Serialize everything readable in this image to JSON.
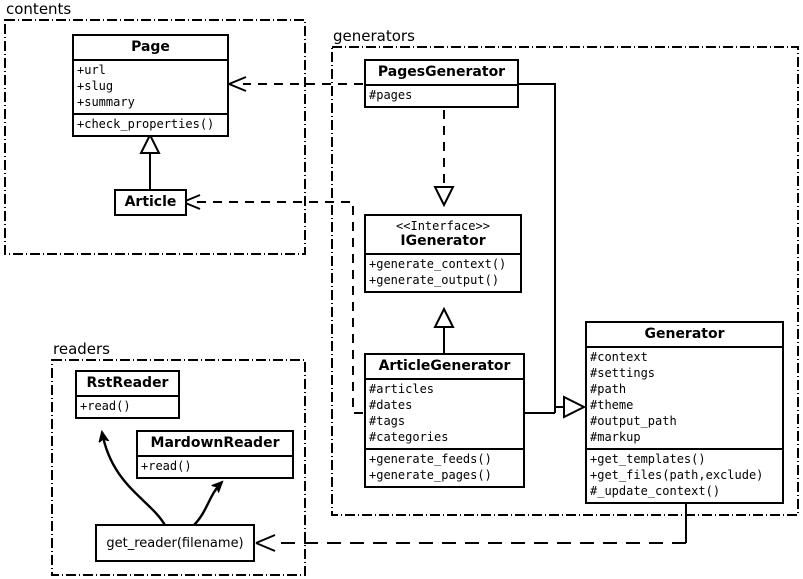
{
  "diagram": {
    "title": "UML class diagram",
    "stroke_color": "#000000",
    "fill_color": "#ffffff"
  },
  "packages": [
    {
      "name": "contents",
      "label": "contents"
    },
    {
      "name": "generators",
      "label": "generators"
    },
    {
      "name": "readers",
      "label": "readers"
    }
  ],
  "classes": {
    "page": {
      "name": "Page",
      "attributes": [
        "+url",
        "+slug",
        "+summary"
      ],
      "operations": [
        "+check_properties()"
      ]
    },
    "article": {
      "name": "Article"
    },
    "pages_generator": {
      "name": "PagesGenerator",
      "attributes": [
        "#pages"
      ]
    },
    "igenerator": {
      "stereotype": "<<Interface>>",
      "name": "IGenerator",
      "operations": [
        "+generate_context()",
        "+generate_output()"
      ]
    },
    "article_generator": {
      "name": "ArticleGenerator",
      "attributes": [
        "#articles",
        "#dates",
        "#tags",
        "#categories"
      ],
      "operations": [
        "+generate_feeds()",
        "+generate_pages()"
      ]
    },
    "generator": {
      "name": "Generator",
      "attributes": [
        "#context",
        "#settings",
        "#path",
        "#theme",
        "#output_path",
        "#markup"
      ],
      "operations": [
        "+get_templates()",
        "+get_files(path,exclude)",
        "#_update_context()"
      ]
    },
    "rst_reader": {
      "name": "RstReader",
      "operations": [
        "+read()"
      ]
    },
    "mardown_reader": {
      "name": "MardownReader",
      "operations": [
        "+read()"
      ]
    },
    "get_reader": {
      "name": "get_reader(filename)"
    }
  },
  "relations": [
    {
      "name": "article-inherits-page",
      "type": "generalization",
      "from": "Article",
      "to": "Page"
    },
    {
      "name": "pagesgenerator-uses-page",
      "type": "dependency",
      "from": "PagesGenerator",
      "to": "Page"
    },
    {
      "name": "articlegenerator-uses-article",
      "type": "dependency",
      "from": "ArticleGenerator",
      "to": "Article"
    },
    {
      "name": "pagesgenerator-realizes-igenerator",
      "type": "realization",
      "from": "PagesGenerator",
      "to": "IGenerator"
    },
    {
      "name": "articlegenerator-realizes-igenerator",
      "type": "generalization",
      "from": "ArticleGenerator",
      "to": "IGenerator"
    },
    {
      "name": "pagesgenerator-to-generator",
      "type": "generalization",
      "from": "PagesGenerator",
      "to": "Generator"
    },
    {
      "name": "articlegenerator-to-generator",
      "type": "generalization",
      "from": "ArticleGenerator",
      "to": "Generator"
    },
    {
      "name": "generator-uses-get_reader",
      "type": "dependency",
      "from": "Generator",
      "to": "get_reader(filename)"
    },
    {
      "name": "get_reader-returns-rstreader",
      "type": "association",
      "from": "get_reader(filename)",
      "to": "RstReader"
    },
    {
      "name": "get_reader-returns-mardownreader",
      "type": "association",
      "from": "get_reader(filename)",
      "to": "MardownReader"
    }
  ]
}
